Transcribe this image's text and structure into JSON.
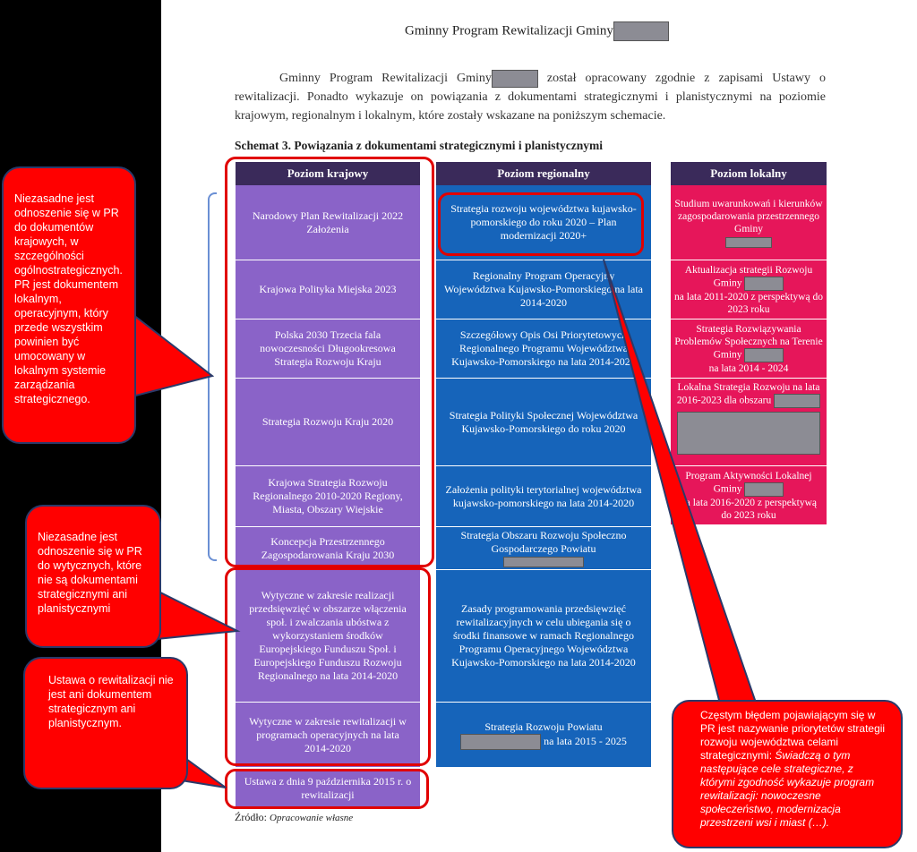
{
  "document": {
    "title": "Gminny Program Rewitalizacji Gminy",
    "intro_start": "Gminny Program Rewitalizacji Gminy",
    "intro_rest": "został opracowany zgodnie z zapisami Ustawy o rewitalizacji. Ponadto wykazuje on powiązania z dokumentami strategicznymi i planistycznymi na poziomie krajowym, regionalnym i lokalnym, które zostały wskazane na poniższym schemacie.",
    "schema_title": "Schemat 3. Powiązania z dokumentami strategicznymi i planistycznymi",
    "source_label": "Źródło:",
    "source_value": "Opracowanie własne"
  },
  "columns": {
    "krajowy": {
      "header": "Poziom krajowy",
      "items": [
        "Narodowy Plan Rewitalizacji 2022 Założenia",
        "Krajowa Polityka Miejska 2023",
        "Polska 2030 Trzecia fala nowoczesności Długookresowa Strategia Rozwoju Kraju",
        "Strategia Rozwoju Kraju 2020",
        "Krajowa Strategia Rozwoju Regionalnego 2010-2020 Regiony, Miasta, Obszary Wiejskie",
        "Koncepcja Przestrzennego Zagospodarowania Kraju 2030",
        "Wytyczne w zakresie realizacji przedsięwzięć w obszarze włączenia społ. i zwalczania ubóstwa z wykorzystaniem środków Europejskiego Funduszu Społ. i Europejskiego Funduszu Rozwoju Regionalnego na lata 2014-2020",
        "Wytyczne w zakresie rewitalizacji w programach operacyjnych na lata 2014-2020",
        "Ustawa z dnia 9 października 2015 r. o rewitalizacji"
      ]
    },
    "regionalny": {
      "header": "Poziom regionalny",
      "items": [
        "Strategia rozwoju województwa kujawsko-pomorskiego do roku 2020 – Plan modernizacji 2020+",
        "Regionalny Program Operacyjny Województwa Kujawsko-Pomorskiego na lata 2014-2020",
        "Szczegółowy Opis Osi Priorytetowych Regionalnego Programu Województwa Kujawsko-Pomorskiego na lata 2014-2020",
        "Strategia Polityki Społecznej Województwa Kujawsko-Pomorskiego do roku 2020",
        "Założenia polityki terytorialnej województwa kujawsko-pomorskiego na lata 2014-2020",
        "Strategia Obszaru Rozwoju Społeczno Gospodarczego Powiatu",
        "Zasady programowania przedsięwzięć rewitalizacyjnych w celu ubiegania się o środki finansowe w ramach Regionalnego Programu Operacyjnego Województwa Kujawsko-Pomorskiego na lata 2014-2020",
        "Strategia Rozwoju Powiatu",
        "na lata 2015 - 2025"
      ]
    },
    "lokalny": {
      "header": "Poziom lokalny",
      "items": [
        "Studium uwarunkowań i kierunków zagospodarowania przestrzennego Gminy",
        "Aktualizacja strategii Rozwoju Gminy",
        "na lata 2011-2020 z perspektywą do 2023 roku",
        "Strategia Rozwiązywania Problemów Społecznych na Terenie Gminy",
        "na lata 2014 - 2024",
        "Lokalna Strategia Rozwoju na lata 2016-2023 dla obszaru",
        "Program Aktywności Lokalnej Gminy",
        "na lata 2016-2020 z perspektywą do 2023 roku"
      ]
    }
  },
  "callouts": {
    "c1": "Niezasadne jest odnoszenie się w PR do dokumentów krajowych, w szczególności ogólnostrategicznych. PR jest dokumentem lokalnym, operacyjnym, który przede wszystkim powinien być umocowany w lokalnym systemie zarządzania strategicznego.",
    "c2": "Niezasadne jest odnoszenie się w PR do wytycznych, które nie są dokumentami strategicznymi ani planistycznymi",
    "c3": "Ustawa o rewitalizacji nie jest ani dokumentem strategicznym ani planistycznym.",
    "c4_normal": "Częstym błędem pojawiającym się w PR jest nazywanie priorytetów strategii rozwoju województwa celami strategicznymi:",
    "c4_italic": "Świadczą o tym następujące cele strategiczne, z którymi zgodność wykazuje program rewitalizacji: nowoczesne społeczeństwo, modernizacja przestrzeni wsi i miast (…)."
  },
  "colors": {
    "krajowy": "#8a63c8",
    "regionalny": "#1664ba",
    "lokalny": "#e6165a",
    "header": "#3a2a5a",
    "callout": "#ff0000",
    "outline": "#e10000"
  }
}
